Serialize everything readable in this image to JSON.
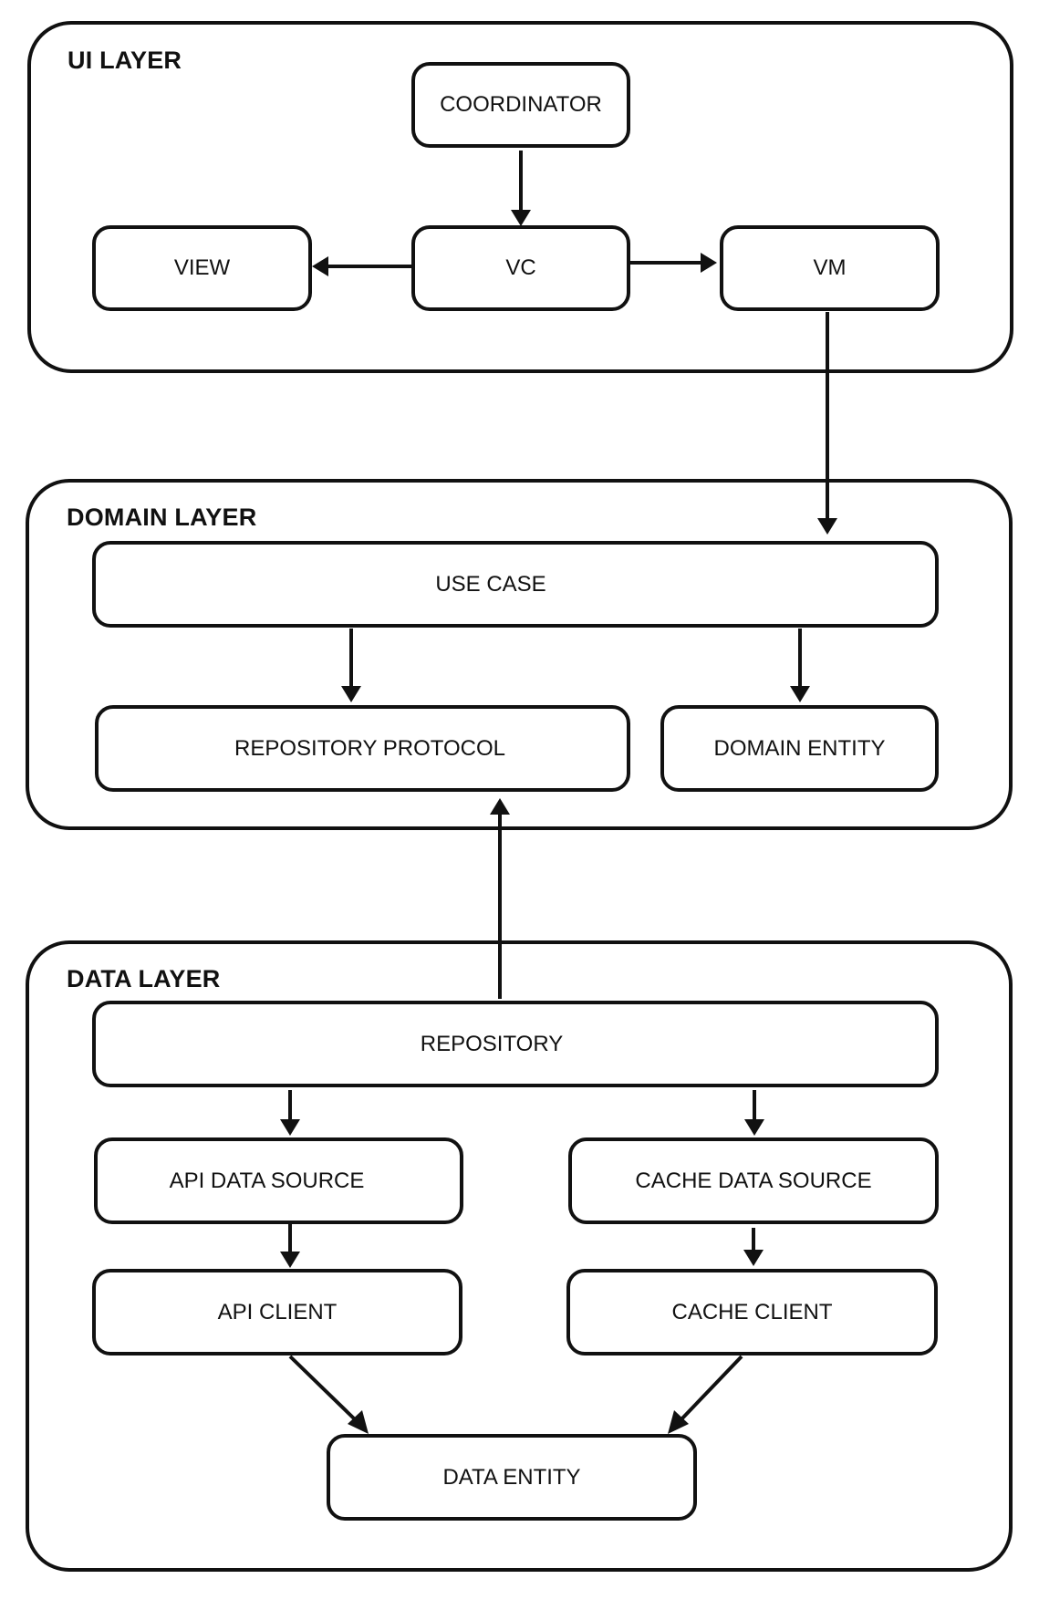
{
  "layers": {
    "ui": {
      "title": "UI LAYER"
    },
    "domain": {
      "title": "DOMAIN LAYER"
    },
    "data": {
      "title": "DATA LAYER"
    }
  },
  "nodes": {
    "coordinator": "COORDINATOR",
    "view": "VIEW",
    "vc": "VC",
    "vm": "VM",
    "use_case": "USE CASE",
    "repository_protocol": "REPOSITORY PROTOCOL",
    "domain_entity": "DOMAIN ENTITY",
    "repository": "REPOSITORY",
    "api_data_source": "API DATA SOURCE",
    "cache_data_source": "CACHE DATA SOURCE",
    "api_client": "API CLIENT",
    "cache_client": "CACHE CLIENT",
    "data_entity": "DATA ENTITY"
  },
  "edges": [
    {
      "from": "COORDINATOR",
      "to": "VC"
    },
    {
      "from": "VC",
      "to": "VIEW"
    },
    {
      "from": "VC",
      "to": "VM"
    },
    {
      "from": "VM",
      "to": "USE CASE"
    },
    {
      "from": "USE CASE",
      "to": "REPOSITORY PROTOCOL"
    },
    {
      "from": "USE CASE",
      "to": "DOMAIN ENTITY"
    },
    {
      "from": "REPOSITORY",
      "to": "REPOSITORY PROTOCOL"
    },
    {
      "from": "REPOSITORY",
      "to": "API DATA SOURCE"
    },
    {
      "from": "REPOSITORY",
      "to": "CACHE DATA SOURCE"
    },
    {
      "from": "API DATA SOURCE",
      "to": "API CLIENT"
    },
    {
      "from": "CACHE DATA SOURCE",
      "to": "CACHE CLIENT"
    },
    {
      "from": "API CLIENT",
      "to": "DATA ENTITY"
    },
    {
      "from": "CACHE CLIENT",
      "to": "DATA ENTITY"
    }
  ]
}
